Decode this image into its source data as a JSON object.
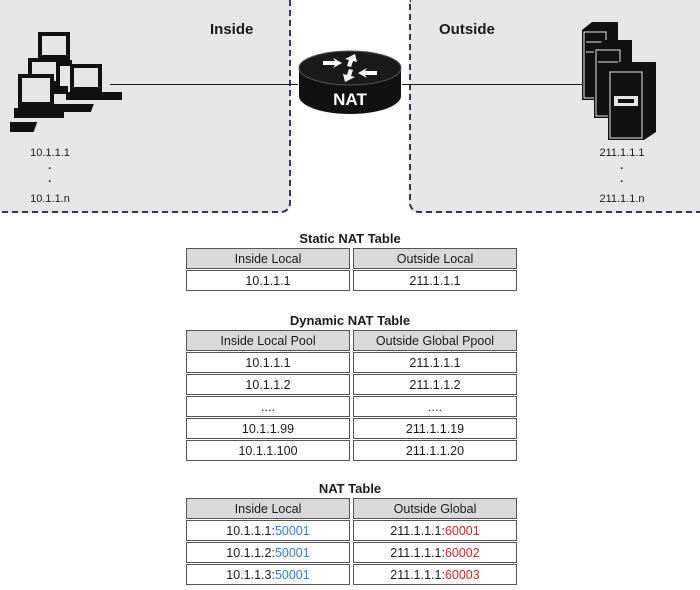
{
  "inside": {
    "title": "Inside",
    "ip_first": "10.1.1.1",
    "ip_dot1": "·",
    "ip_dot2": "·",
    "ip_last": "10.1.1.n"
  },
  "outside": {
    "title": "Outside",
    "ip_first": "211.1.1.1",
    "ip_dot1": "·",
    "ip_dot2": "·",
    "ip_last": "211.1.1.n"
  },
  "router": {
    "label": "NAT"
  },
  "static_table": {
    "title": "Static NAT Table",
    "headers": [
      "Inside Local",
      "Outside Local"
    ],
    "rows": [
      [
        "10.1.1.1",
        "211.1.1.1"
      ]
    ]
  },
  "dynamic_table": {
    "title": "Dynamic NAT Table",
    "headers": [
      "Inside Local Pool",
      "Outside Global Ppool"
    ],
    "rows": [
      [
        "10.1.1.1",
        "211.1.1.1"
      ],
      [
        "10.1.1.2",
        "211.1.1.2"
      ],
      [
        "....",
        "...."
      ],
      [
        "10.1.1.99",
        "211.1.1.19"
      ],
      [
        "10.1.1.100",
        "211.1.1.20"
      ]
    ]
  },
  "nat_table": {
    "title": "NAT Table",
    "headers": [
      "Inside Local",
      "Outside Global"
    ],
    "rows": [
      {
        "inside_ip": "10.1.1.1:",
        "inside_port": "50001",
        "outside_ip": "211.1.1.1:",
        "outside_port": "60001"
      },
      {
        "inside_ip": "10.1.1.2:",
        "inside_port": "50001",
        "outside_ip": "211.1.1.1:",
        "outside_port": "60002"
      },
      {
        "inside_ip": "10.1.1.3:",
        "inside_port": "50001",
        "outside_ip": "211.1.1.1:",
        "outside_port": "60003"
      }
    ]
  },
  "colors": {
    "zone_border": "#2b3a5c",
    "zone_fill": "#e6e6e6",
    "header_fill": "#d9d9d9",
    "inside_port": "#2f7fcf",
    "outside_port": "#d81f1f"
  }
}
